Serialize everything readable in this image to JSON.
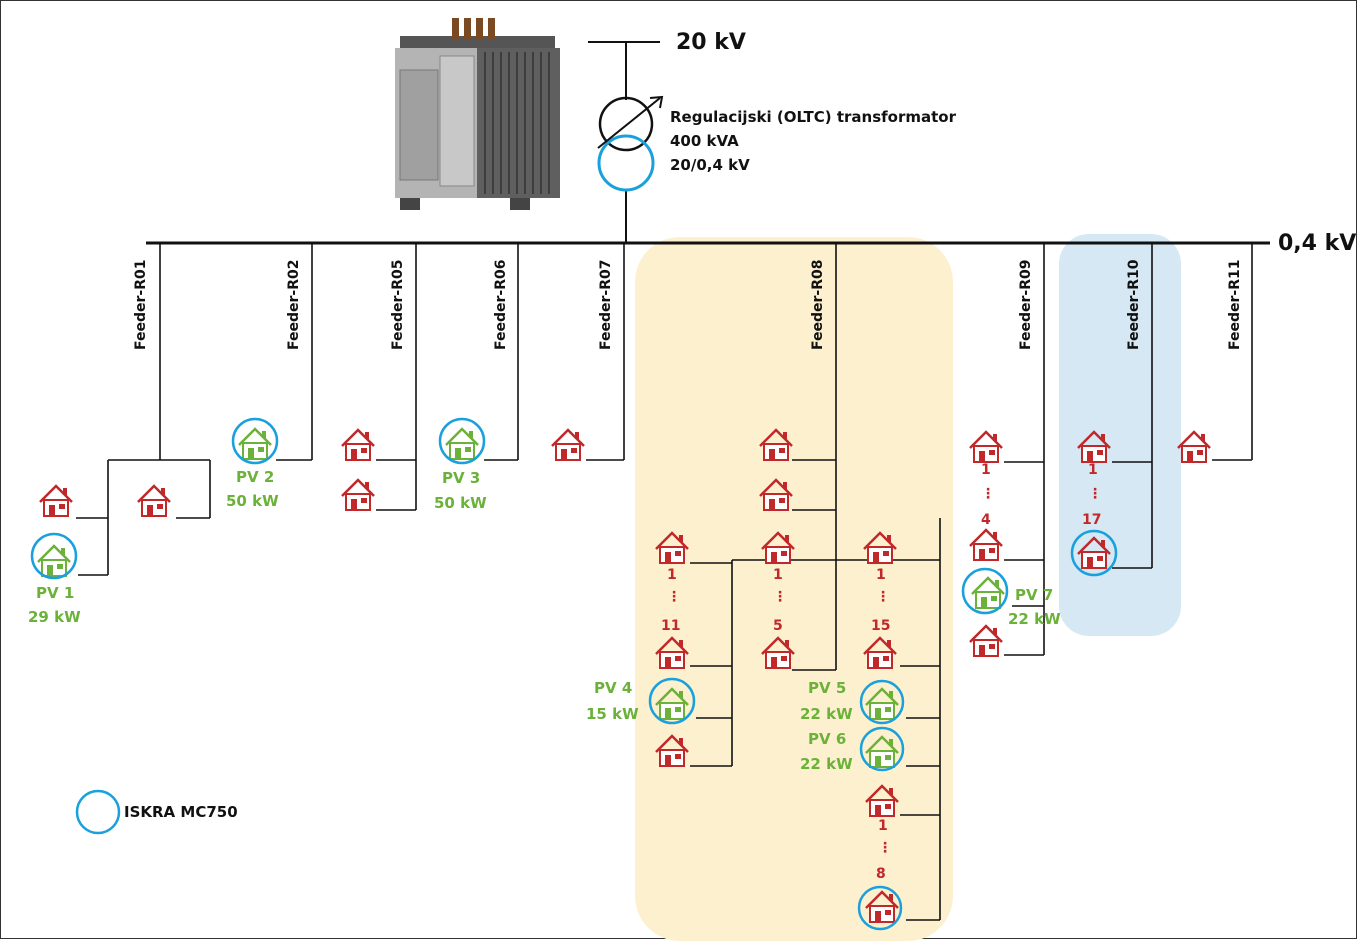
{
  "voltages": {
    "hv": "20 kV",
    "lv": "0,4 kV"
  },
  "transformer": {
    "title": "Regulacijski (OLTC) transformator",
    "rating": "400 kVA",
    "ratio": "20/0,4 kV"
  },
  "feeders": [
    "Feeder-R01",
    "Feeder-R02",
    "Feeder-R05",
    "Feeder-R06",
    "Feeder-R07",
    "Feeder-R08",
    "Feeder-R09",
    "Feeder-R10",
    "Feeder-R11"
  ],
  "pv": [
    {
      "name": "PV 1",
      "power": "29 kW"
    },
    {
      "name": "PV 2",
      "power": "50 kW"
    },
    {
      "name": "PV 3",
      "power": "50 kW"
    },
    {
      "name": "PV 4",
      "power": "15 kW"
    },
    {
      "name": "PV 5",
      "power": "22 kW"
    },
    {
      "name": "PV 6",
      "power": "22 kW"
    },
    {
      "name": "PV 7",
      "power": "22 kW"
    }
  ],
  "counts": {
    "r08a_start": "1",
    "r08a_end": "11",
    "r08b_start": "1",
    "r08b_end": "5",
    "r08c_start": "1",
    "r08c_end": "15",
    "r08d_start": "1",
    "r08d_end": "8",
    "r09_start": "1",
    "r09_end": "4",
    "r10_start": "1",
    "r10_end": "17",
    "ellipsis": "⋮"
  },
  "legend": {
    "label": "ISKRA MC750"
  },
  "colors": {
    "consumer": "#c0282a",
    "pv": "#6bb13a",
    "meter": "#1aa0dc",
    "zone_r08": "#fdf0cf",
    "zone_r10": "#d6e8f3"
  }
}
